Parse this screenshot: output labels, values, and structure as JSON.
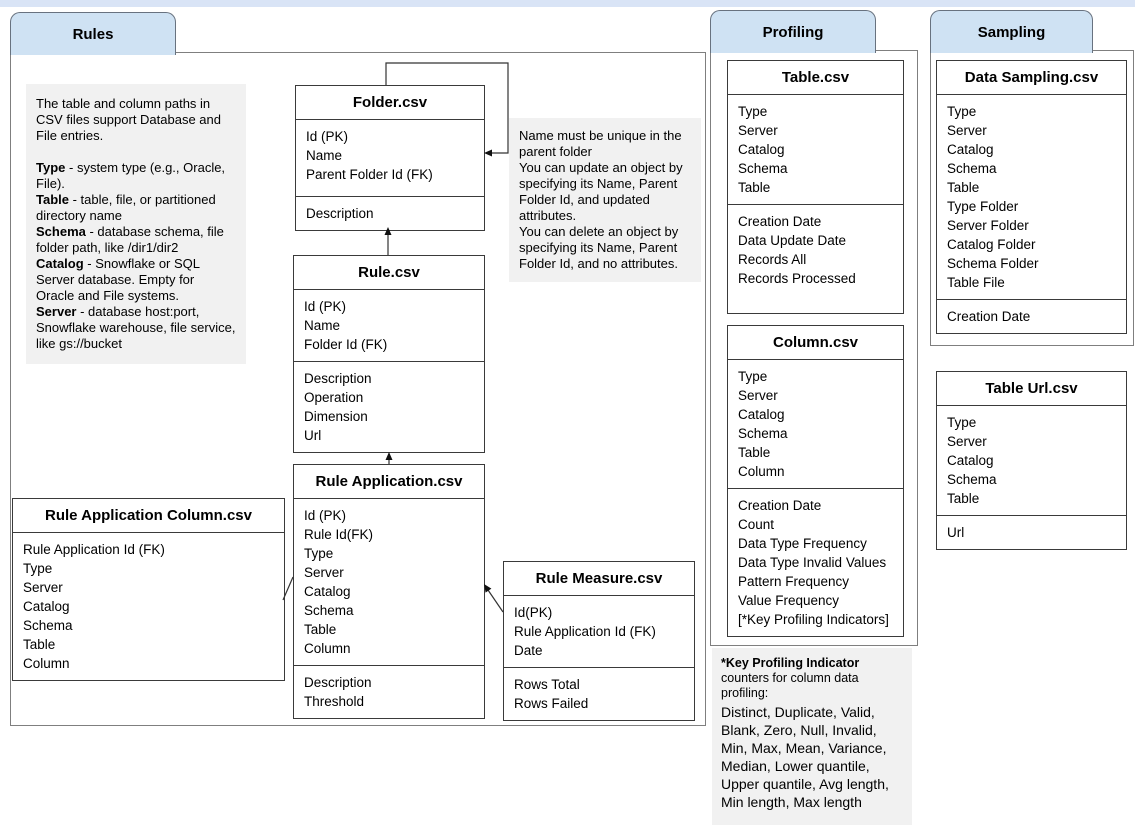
{
  "colors": {
    "tab_fill": "#cfe2f3",
    "note_bg": "#f1f1f1",
    "top_strip": "#d9e4f6"
  },
  "rules": {
    "tab": "Rules",
    "info_note": {
      "intro": "The table and column paths in CSV files support  Database and File entries.",
      "items": [
        {
          "term": "Type",
          "desc": " - system type (e.g., Oracle, File)."
        },
        {
          "term": "Table",
          "desc": " - table, file, or partitioned directory name"
        },
        {
          "term": "Schema",
          "desc": " - database schema, file folder path, like /dir1/dir2"
        },
        {
          "term": "Catalog",
          "desc": " - Snowflake or SQL Server database. Empty for Oracle and File systems."
        },
        {
          "term": "Server",
          "desc": " - database host:port, Snowflake warehouse, file service, like gs://bucket"
        }
      ]
    },
    "folder_note": "Name must be unique in the parent folder\nYou can update an object by specifying its Name, Parent Folder Id, and updated attributes.\nYou can delete an object by specifying its Name, Parent Folder Id, and no attributes.",
    "entities": {
      "folder": {
        "title": "Folder.csv",
        "sections": [
          [
            "Id (PK)",
            "Name",
            "Parent Folder Id (FK)"
          ],
          [
            "Description"
          ]
        ]
      },
      "rule": {
        "title": "Rule.csv",
        "sections": [
          [
            "Id (PK)",
            "Name",
            "Folder Id (FK)"
          ],
          [
            "Description",
            "Operation",
            "Dimension",
            "Url"
          ]
        ]
      },
      "rule_application": {
        "title": "Rule Application.csv",
        "sections": [
          [
            "Id (PK)",
            "Rule Id(FK)",
            "Type",
            "Server",
            "Catalog",
            "Schema",
            "Table",
            "Column"
          ],
          [
            "Description",
            "Threshold"
          ]
        ]
      },
      "rule_application_column": {
        "title": "Rule Application Column.csv",
        "sections": [
          [
            "Rule Application Id (FK)",
            "Type",
            "Server",
            "Catalog",
            "Schema",
            "Table",
            "Column"
          ]
        ]
      },
      "rule_measure": {
        "title": "Rule Measure.csv",
        "sections": [
          [
            "Id(PK)",
            "Rule Application Id (FK)",
            "Date"
          ],
          [
            "Rows Total",
            "Rows Failed"
          ]
        ]
      }
    }
  },
  "profiling": {
    "tab": "Profiling",
    "entities": {
      "table": {
        "title": "Table.csv",
        "sections": [
          [
            "Type",
            "Server",
            "Catalog",
            "Schema",
            "Table"
          ],
          [
            "Creation Date",
            "Data Update Date",
            "Records All",
            "Records Processed"
          ]
        ]
      },
      "column": {
        "title": "Column.csv",
        "sections": [
          [
            "Type",
            "Server",
            "Catalog",
            "Schema",
            "Table",
            "Column"
          ],
          [
            "Creation Date",
            "Count",
            "Data Type Frequency",
            "Data Type Invalid Values",
            "Pattern Frequency",
            "Value Frequency",
            "[*Key Profiling Indicators]"
          ]
        ]
      }
    },
    "kpi_note": {
      "title": "*Key Profiling Indicator",
      "subtitle": "counters for column data profiling:",
      "body": "Distinct, Duplicate, Valid, Blank, Zero, Null, Invalid, Min, Max, Mean, Variance, Median, Lower quantile, Upper quantile, Avg length, Min length, Max length"
    }
  },
  "sampling": {
    "tab": "Sampling",
    "entities": {
      "data_sampling": {
        "title": "Data Sampling.csv",
        "sections": [
          [
            "Type",
            "Server",
            "Catalog",
            "Schema",
            "Table",
            "Type Folder",
            "Server Folder",
            "Catalog Folder",
            "Schema Folder",
            "Table File"
          ],
          [
            "Creation Date"
          ]
        ]
      },
      "table_url": {
        "title": "Table Url.csv",
        "sections": [
          [
            "Type",
            "Server",
            "Catalog",
            "Schema",
            "Table"
          ],
          [
            "Url"
          ]
        ]
      }
    }
  }
}
